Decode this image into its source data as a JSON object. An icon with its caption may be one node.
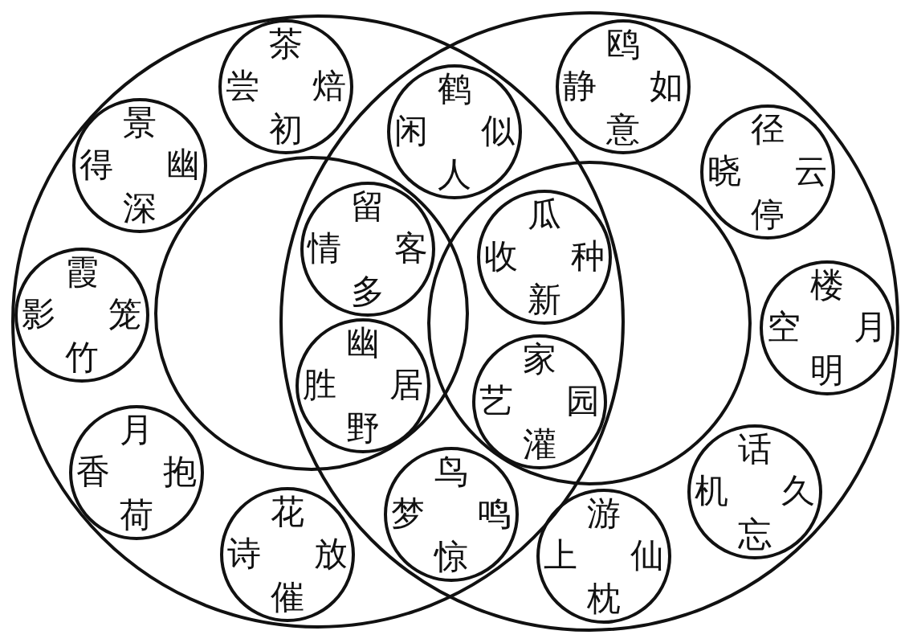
{
  "diagram": {
    "nodes": [
      {
        "text": [],
        "shape": "circle"
      },
      {
        "text": [],
        "shape": "circle",
        "in": 0
      },
      {
        "text": [],
        "shape": "circle"
      },
      {
        "text": [],
        "shape": "circle",
        "in": 2
      },
      {
        "text": [
          "茶",
          "尝",
          "焙",
          "初"
        ],
        "in": 0
      },
      {
        "text": [
          "鸥",
          "静",
          "如",
          "意"
        ],
        "in": 2
      },
      {
        "text": [
          "鹤",
          "闲",
          "似",
          "人"
        ]
      },
      {
        "text": [
          "景",
          "得",
          "幽",
          "深"
        ],
        "in": 0
      },
      {
        "text": [
          "径",
          "晓",
          "云",
          "停"
        ],
        "in": 2
      },
      {
        "text": [
          "留",
          "情",
          "客",
          "多"
        ]
      },
      {
        "text": [
          "瓜",
          "收",
          "种",
          "新"
        ]
      },
      {
        "text": [
          "霞",
          "影",
          "笼",
          "竹"
        ],
        "in": 0
      },
      {
        "text": [
          "楼",
          "空",
          "月",
          "明"
        ],
        "in": 2
      },
      {
        "text": [
          "幽",
          "胜",
          "居",
          "野"
        ]
      },
      {
        "text": [
          "家",
          "艺",
          "园",
          "灌"
        ]
      },
      {
        "text": [
          "月",
          "香",
          "抱",
          "荷"
        ],
        "in": 0
      },
      {
        "text": [
          "话",
          "机",
          "久",
          "忘"
        ],
        "in": 2
      },
      {
        "text": [
          "鸟",
          "梦",
          "鸣",
          "惊"
        ]
      },
      {
        "text": [
          "花",
          "诗",
          "放",
          "催"
        ],
        "in": 0
      },
      {
        "text": [
          "游",
          "上",
          "仙",
          "枕"
        ],
        "in": 2
      }
    ]
  }
}
